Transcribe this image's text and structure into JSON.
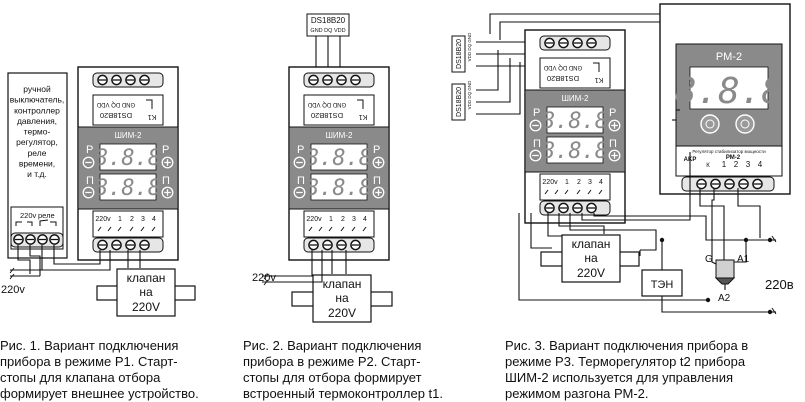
{
  "figure1": {
    "external_note": "ручной\nвыключатель,\nконтроллер\nдавления,\nтермо-\nрегулятор,\nреле\nвремени,\nи т.д.",
    "ext_terminal_220v": "220v",
    "ext_terminal_rele": "реле",
    "supply_label": "220v",
    "valve_label": [
      "клапан",
      "на",
      "220V"
    ],
    "device": {
      "title": "ШИМ-2",
      "row1_letter": "Р",
      "row2_letter": "П",
      "row1_digits": "8.8.8",
      "row2_digits": "8.8.8",
      "relay_label": "K1",
      "sensor_label": "DS18B20",
      "sensor_pins": "GND DQ VDD",
      "bottom_labels": [
        "220v",
        "1",
        "2",
        "3",
        "4"
      ]
    },
    "caption": "Рис. 1.  Вариант подключения\nприбора в режиме Р1. Старт-\nстопы для клапана отбора\nформирует внешнее устройство."
  },
  "figure2": {
    "sensor_box_title": "DS18B20",
    "sensor_box_pins": "GND DQ VDD",
    "supply_label": "220v",
    "valve_label": [
      "клапан",
      "на",
      "220V"
    ],
    "device": {
      "title": "ШИМ-2",
      "row1_letter": "Р",
      "row2_letter": "П",
      "row1_digits": "8.8.8",
      "row2_digits": "8.8.8",
      "relay_label": "K1",
      "sensor_label": "DS18B20",
      "sensor_pins": "GND DQ VDD",
      "bottom_labels": [
        "220v",
        "1",
        "2",
        "3",
        "4"
      ]
    },
    "caption": "Рис. 2.  Вариант подключения\nприбора в режиме Р2. Старт-\nстопы для отбора формирует\nвстроенный термоконтроллер t1."
  },
  "figure3": {
    "sensor1_label": "DS18B20",
    "sensor1_pins": "VDD DQ GND",
    "sensor2_label": "DS18B20",
    "sensor2_pins": "VDD DQ GND",
    "valve_label": [
      "клапан",
      "на",
      "220V"
    ],
    "heater_label": "ТЭН",
    "triac_g": "G",
    "triac_a1": "A1",
    "triac_a2": "A2",
    "supply_label": "220в",
    "device": {
      "title": "ШИМ-2",
      "row1_letter": "Р",
      "row2_letter": "П",
      "row1_digits": "8.8.8",
      "row2_digits": "8.8.8",
      "relay_label": "K1",
      "sensor_label": "DS18B20",
      "sensor_pins": "GND DQ VDD",
      "bottom_labels": [
        "220v",
        "1",
        "2",
        "3",
        "4"
      ]
    },
    "rm2": {
      "title": "РМ-2",
      "digits": "8.8.8",
      "subtitle": "Регулятор стабилизатор мощности",
      "model": "РМ-2",
      "akp": "AKP",
      "k": "К",
      "terminals": [
        "1",
        "2",
        "3",
        "4"
      ]
    },
    "caption": "Рис. 3.  Вариант подключения прибора в\nрежиме Р3. Терморегулятор t2 прибора\nШИМ-2 используется для управления\nрежимом разгона РМ-2."
  }
}
